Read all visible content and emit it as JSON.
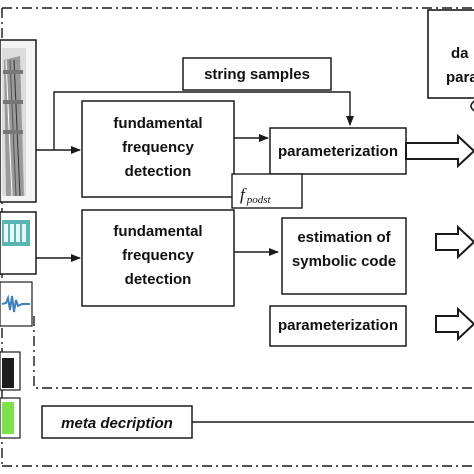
{
  "diagram": {
    "string_samples": "string samples",
    "ffd_top": [
      "fundamental",
      "frequency",
      "detection"
    ],
    "parameterization_top": "parameterization",
    "f_symbol": "f",
    "f_subscript": "podst",
    "ffd_bottom": [
      "fundamental",
      "frequency",
      "detection"
    ],
    "estimation": [
      "estimation of",
      "symbolic code"
    ],
    "parameterization_bottom": "parameterization",
    "meta": "meta decription",
    "right_box": [
      "da",
      "para"
    ]
  },
  "colors": {
    "line": "#1a1a1a",
    "keyboard_teal": "#58b6b0",
    "waveform_blue": "#3d7fc1",
    "green_thumb": "#7ee24a",
    "dark_thumb": "#1d1d1d"
  }
}
